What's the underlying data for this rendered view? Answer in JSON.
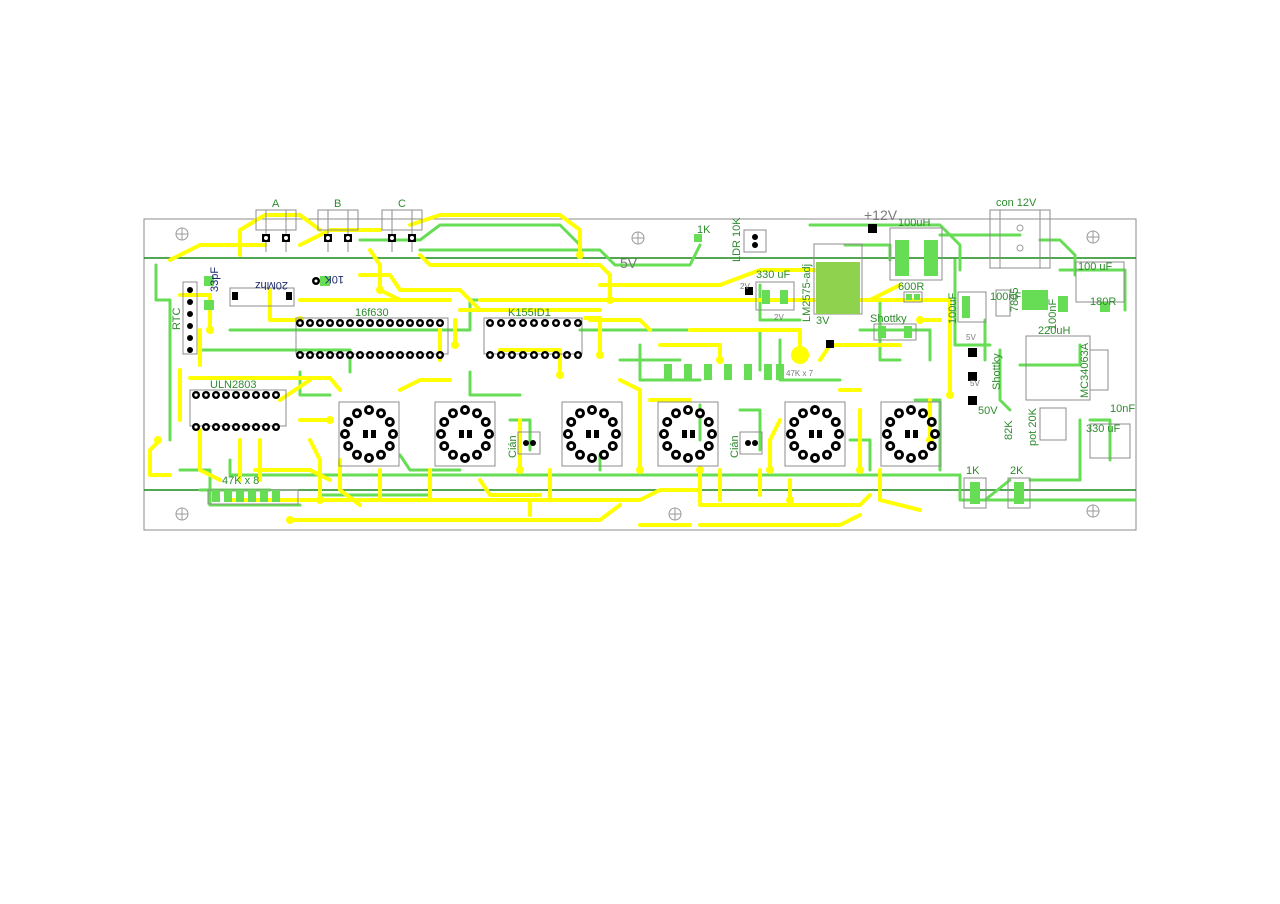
{
  "board": {
    "colors": {
      "background": "#ffffff",
      "top_copper": "#ffff00",
      "bottom_copper": "#66dd55",
      "silkscreen_label": "#2e8b2e",
      "outline": "#8c8c8c",
      "pad": "#000000"
    }
  },
  "labels": {
    "conn_a": "A",
    "conn_b": "B",
    "conn_c": "C",
    "con_12v": "con 12V",
    "plus_12v": "+12V",
    "five_v": "5V",
    "r_1k_top": "1K",
    "ldr_10k": "LDR 10K",
    "cap_330uf": "330 uF",
    "lm2575": "LM2575-adj",
    "ind_100uh": "100uH",
    "r_600r": "600R",
    "shottky_1": "Shottky",
    "cap_100uf_left": "100uF",
    "cap_100nf_a": "100nF",
    "r_7805": "7805",
    "cap_100nf_b": "100nF",
    "cap_100uf_right": "100 uF",
    "r_180r": "180R",
    "cap_220uf": "220uH",
    "mc34063": "MC34063A",
    "shottky_2": "Shottky",
    "pot_20k": "pot 20K",
    "r_82k": "82K",
    "cap_10nf": "10nF",
    "cap_330uf_b": "330 uF",
    "v_5v_small": "5V",
    "v_5v_small_b": "5V",
    "v_50v": "50V",
    "r_1k_bottom": "1K",
    "r_2k_bottom": "2K",
    "rtc": "RTC",
    "cap_33pf": "33pF",
    "xtal_20mhz": "20Mhz",
    "r_10k": "10K",
    "pic": "16f630",
    "uln2803": "ULN2803",
    "k155id1": "K155ID1",
    "res_array": "47K x 8",
    "res_array_b": "47K x 7",
    "cian_1": "Cián",
    "cian_2": "Cián",
    "v_2v": "2V",
    "v_2v_b": "2V",
    "v_3v": "3V"
  },
  "tubes": {
    "count": 6,
    "pins_per_socket": 12
  }
}
